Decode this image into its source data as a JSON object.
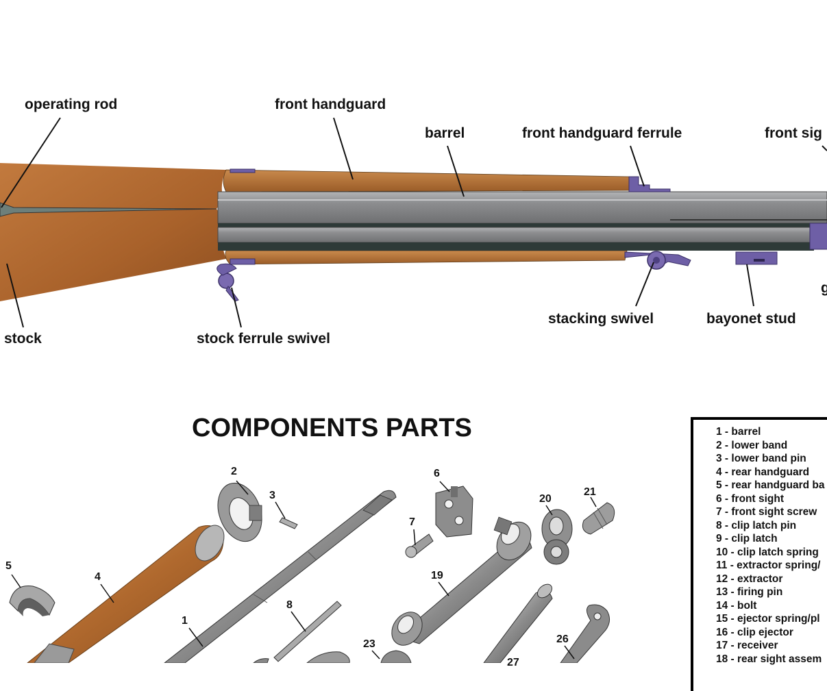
{
  "callouts": {
    "operating_rod": "operating rod",
    "front_handguard": "front handguard",
    "barrel": "barrel",
    "front_handguard_ferrule": "front handguard ferrule",
    "front_sight": "front sig",
    "g_partial": "g",
    "stock": "stock",
    "stock_ferrule_swivel": "stock ferrule swivel",
    "stacking_swivel": "stacking swivel",
    "bayonet_stud": "bayonet stud"
  },
  "components": {
    "title": "COMPONENTS PARTS",
    "numbers": {
      "n1": "1",
      "n2": "2",
      "n3": "3",
      "n4": "4",
      "n5": "5",
      "n6": "6",
      "n7": "7",
      "n8": "8",
      "n19": "19",
      "n20": "20",
      "n21": "21",
      "n23": "23",
      "n26": "26",
      "n27": "27"
    }
  },
  "legend": {
    "items": [
      "1 - barrel",
      "2 - lower band",
      "3 - lower band pin",
      "4 - rear handguard",
      "5 - rear handguard ba",
      "6 - front sight",
      "7 - front sight screw",
      "8 - clip latch pin",
      "9 - clip latch",
      "10 - clip latch spring",
      "11 - extractor spring/",
      "12 - extractor",
      "13 - firing pin",
      "14 - bolt",
      "15 - ejector spring/pl",
      "16 - clip ejector",
      "17 - receiver",
      "18 - rear sight assem"
    ]
  },
  "colors": {
    "wood": "#b0723a",
    "wood_dark": "#8a5426",
    "metal": "#8f9093",
    "metal_dark": "#3c4a48",
    "metal_parkerized": "#6e5fa6"
  }
}
